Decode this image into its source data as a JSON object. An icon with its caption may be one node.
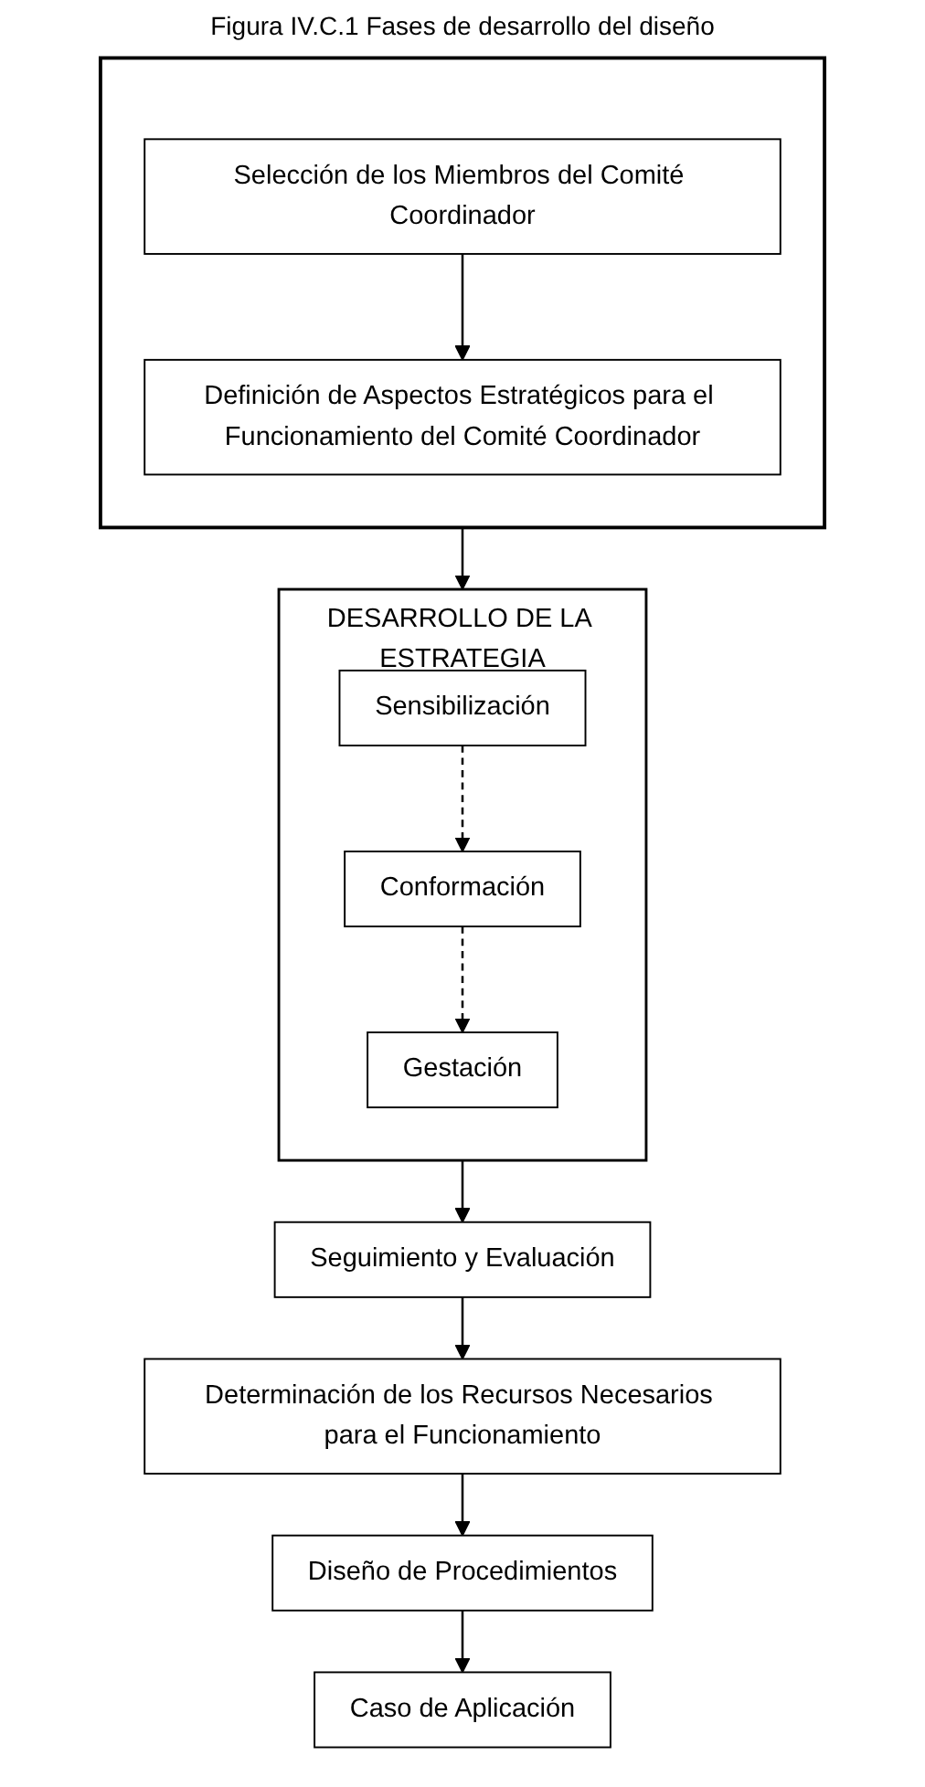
{
  "diagram": {
    "title": "Figura IV.C.1 Fases de desarrollo del diseño",
    "nodes": [
      {
        "text": [],
        "shape": "box"
      },
      {
        "text": [
          "Selección de los Miembros del Comité Coordinador"
        ],
        "in": 0
      },
      {
        "text": [
          "Definición de Aspectos Estratégicos para el Funcionamiento del Comité Coordinador"
        ],
        "in": 0
      },
      {
        "text": [
          "DESARROLLO DE LA ESTRATEGIA"
        ]
      },
      {
        "text": [
          "Sensibilización"
        ],
        "in": 3
      },
      {
        "text": [
          "Conformación"
        ],
        "in": 3
      },
      {
        "text": [
          "Gestación"
        ],
        "in": 3
      },
      {
        "text": [
          "Seguimiento y Evaluación"
        ]
      },
      {
        "text": [
          "Determinación de los Recursos Necesarios para el Funcionamiento"
        ]
      },
      {
        "text": [
          "Diseño de Procedimientos"
        ]
      },
      {
        "text": [
          "Caso de Aplicación"
        ]
      }
    ],
    "edges": [
      {
        "from": 1,
        "to": 2,
        "arrow": "to"
      },
      {
        "from": 0,
        "to": 3,
        "arrow": "to"
      },
      {
        "from": 4,
        "to": 5,
        "arrow": "to",
        "style": "dashed"
      },
      {
        "from": 5,
        "to": 6,
        "arrow": "to",
        "style": "dashed"
      },
      {
        "from": 3,
        "to": 7,
        "arrow": "to"
      },
      {
        "from": 7,
        "to": 8,
        "arrow": "to"
      },
      {
        "from": 8,
        "to": 9,
        "arrow": "to"
      },
      {
        "from": 9,
        "to": 10,
        "arrow": "to"
      }
    ]
  }
}
